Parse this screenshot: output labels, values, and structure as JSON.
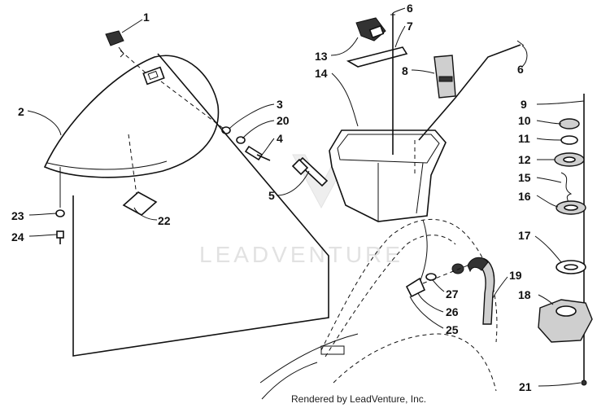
{
  "watermark": {
    "brand": "LEADVENTURE"
  },
  "credit": "Rendered by LeadVenture, Inc.",
  "callouts": {
    "c1": "1",
    "c2": "2",
    "c3": "3",
    "c4": "4",
    "c5": "5",
    "c6a": "6",
    "c6b": "6",
    "c7": "7",
    "c8": "8",
    "c9": "9",
    "c10": "10",
    "c11": "11",
    "c12": "12",
    "c13": "13",
    "c14": "14",
    "c15": "15",
    "c16": "16",
    "c17": "17",
    "c18": "18",
    "c19": "19",
    "c20": "20",
    "c21": "21",
    "c22": "22",
    "c23": "23",
    "c24": "24",
    "c25": "25",
    "c26": "26",
    "c27": "27"
  }
}
